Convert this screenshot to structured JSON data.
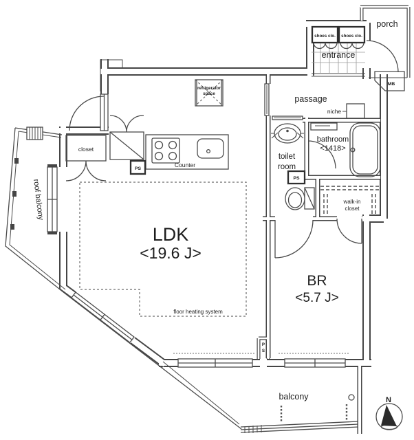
{
  "colors": {
    "wall": "#454545",
    "line": "#4a4a4a",
    "text": "#1d1d1d",
    "background": "#ffffff"
  },
  "labels": {
    "porch": "porch",
    "entrance": "entrance",
    "shoes_closet_left": "shoes clo.",
    "shoes_closet_right": "shoes clo.",
    "meter_box": "MB",
    "passage": "passage",
    "niche": "niche",
    "bathroom_name": "bathroom",
    "bathroom_size": "<1418>",
    "toilet_line1": "toilet",
    "toilet_line2": "room",
    "walkin_line1": "walk-in",
    "walkin_line2": "closet",
    "refrigerator_line1": "refrigerator",
    "refrigerator_line2": "space",
    "closet": "closet",
    "counter": "Counter",
    "pipe_space_kitchen": "PS",
    "pipe_space_toilet": "PS",
    "pipe_shaft_p": "P",
    "pipe_shaft_s": "S",
    "ldk_name": "LDK",
    "ldk_size": "<19.6 J>",
    "br_name": "BR",
    "br_size": "<5.7 J>",
    "roof_balcony": "roof balcony",
    "balcony": "balcony",
    "floor_heating": "floor heating system",
    "compass_north": "N"
  },
  "rooms": [
    {
      "name": "LDK",
      "size": "19.6 J"
    },
    {
      "name": "BR",
      "size": "5.7 J"
    },
    {
      "name": "bathroom",
      "size": "1418"
    },
    {
      "name": "toilet room"
    },
    {
      "name": "walk-in closet"
    },
    {
      "name": "passage"
    },
    {
      "name": "entrance"
    },
    {
      "name": "porch"
    },
    {
      "name": "balcony"
    },
    {
      "name": "roof balcony"
    }
  ]
}
